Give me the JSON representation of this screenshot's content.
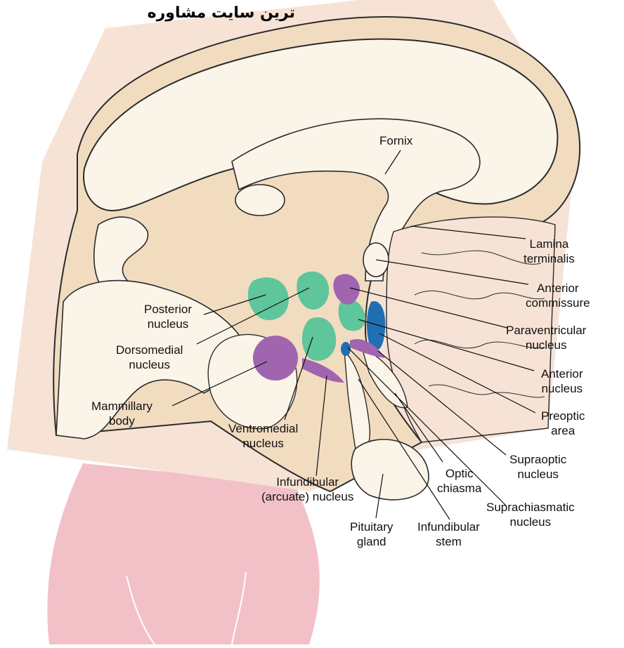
{
  "watermark": {
    "text": "ترین سایت مشاوره"
  },
  "colors": {
    "skin": "#f6e3d6",
    "tissue": "#f2dcc0",
    "tissue_light": "#fbf4e8",
    "outline": "#2b2b2b",
    "green_nucleus": "#5fc59a",
    "purple_nucleus": "#a165b0",
    "blue_nucleus": "#1f6fb2",
    "pink_backdrop": "#f2c1c8"
  },
  "labels": {
    "fornix": [
      "Fornix"
    ],
    "lamina_terminalis": [
      "Lamina",
      "terminalis"
    ],
    "anterior_commissure": [
      "Anterior",
      "commissure"
    ],
    "paraventricular_nucleus": [
      "Paraventricular",
      "nucleus"
    ],
    "anterior_nucleus": [
      "Anterior",
      "nucleus"
    ],
    "preoptic_area": [
      "Preoptic",
      "area"
    ],
    "supraoptic_nucleus": [
      "Supraoptic",
      "nucleus"
    ],
    "suprachiasmatic_nucleus": [
      "Suprachiasmatic",
      "nucleus"
    ],
    "optic_chiasma": [
      "Optic",
      "chiasma"
    ],
    "infundibular_stem": [
      "Infundibular",
      "stem"
    ],
    "pituitary_gland": [
      "Pituitary",
      "gland"
    ],
    "infundibular_arcuate_nucleus": [
      "Infundibular",
      "(arcuate) nucleus"
    ],
    "ventromedial_nucleus": [
      "Ventromedial",
      "nucleus"
    ],
    "mammillary_body": [
      "Mammillary",
      "body"
    ],
    "dorsomedial_nucleus": [
      "Dorsomedial",
      "nucleus"
    ],
    "posterior_nucleus": [
      "Posterior",
      "nucleus"
    ]
  }
}
